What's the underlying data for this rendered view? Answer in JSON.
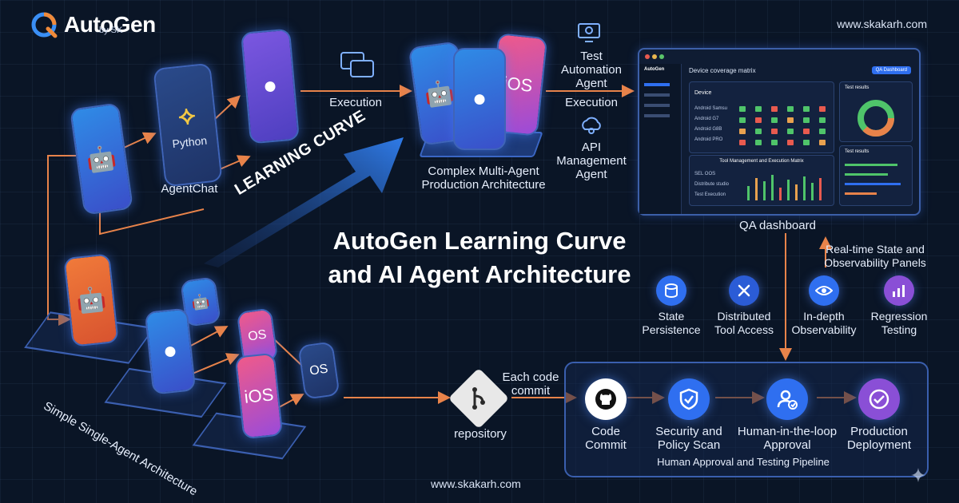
{
  "brand": {
    "name": "AutoGen",
    "by": "by SK"
  },
  "site_url_top": "www.skakarh.com",
  "site_url_bottom": "www.skakarh.com",
  "title_line1": "AutoGen Learning Curve",
  "title_line2": "and AI Agent Architecture",
  "learning_curve_label": "LEARNING CURVE",
  "simple_label": "Simple Single-Agent Architecture",
  "python_label": "Python",
  "agentchat_label": "AgentChat",
  "execution_left": "Execution",
  "complex_line1": "Complex Multi-Agent",
  "complex_line2": "Production Architecture",
  "ios_label": "iOS",
  "os_label": "OS",
  "test_agent_line1": "Test",
  "test_agent_line2": "Automation",
  "test_agent_line3": "Agent",
  "execution_right": "Execution",
  "api_agent_line1": "API",
  "api_agent_line2": "Management",
  "api_agent_line3": "Agent",
  "dashboard": {
    "title": "Device coverage matrix",
    "button": "QA Dashboard",
    "brand": "AutoGen",
    "device_header": "Device",
    "devices": [
      "Android Samsu",
      "Android G7",
      "Android G8B",
      "Android PRO"
    ],
    "tool_matrix": "Tool Management and Execution Matrix",
    "tools": [
      "SEL OOS",
      "Distribute studio",
      "Test Execution"
    ],
    "test_results1": "Test results",
    "test_results2": "Test results",
    "caption": "QA dashboard"
  },
  "observability_line1": "Real-time State and",
  "observability_line2": "Observability Panels",
  "features": [
    {
      "line1": "State",
      "line2": "Persistence",
      "icon": "database-icon"
    },
    {
      "line1": "Distributed",
      "line2": "Tool Access",
      "icon": "tools-icon"
    },
    {
      "line1": "In-depth",
      "line2": "Observability",
      "icon": "eye-icon"
    },
    {
      "line1": "Regression",
      "line2": "Testing",
      "icon": "chart-icon"
    }
  ],
  "each_commit_line1": "Each code",
  "each_commit_line2": "commit",
  "repository_label": "repository",
  "pipeline": {
    "steps": [
      {
        "line1": "Code",
        "line2": "Commit",
        "icon": "github-icon"
      },
      {
        "line1": "Security and",
        "line2": "Policy Scan",
        "icon": "shield-check-icon"
      },
      {
        "line1": "Human-in-the-loop",
        "line2": "Approval",
        "icon": "user-check-icon"
      },
      {
        "line1": "Production",
        "line2": "Deployment",
        "icon": "check-circle-icon"
      }
    ],
    "caption": "Human Approval and Testing Pipeline"
  },
  "colors": {
    "accent": "#2f6ff0",
    "arrow": "#e8834a",
    "background": "#0a1526"
  }
}
